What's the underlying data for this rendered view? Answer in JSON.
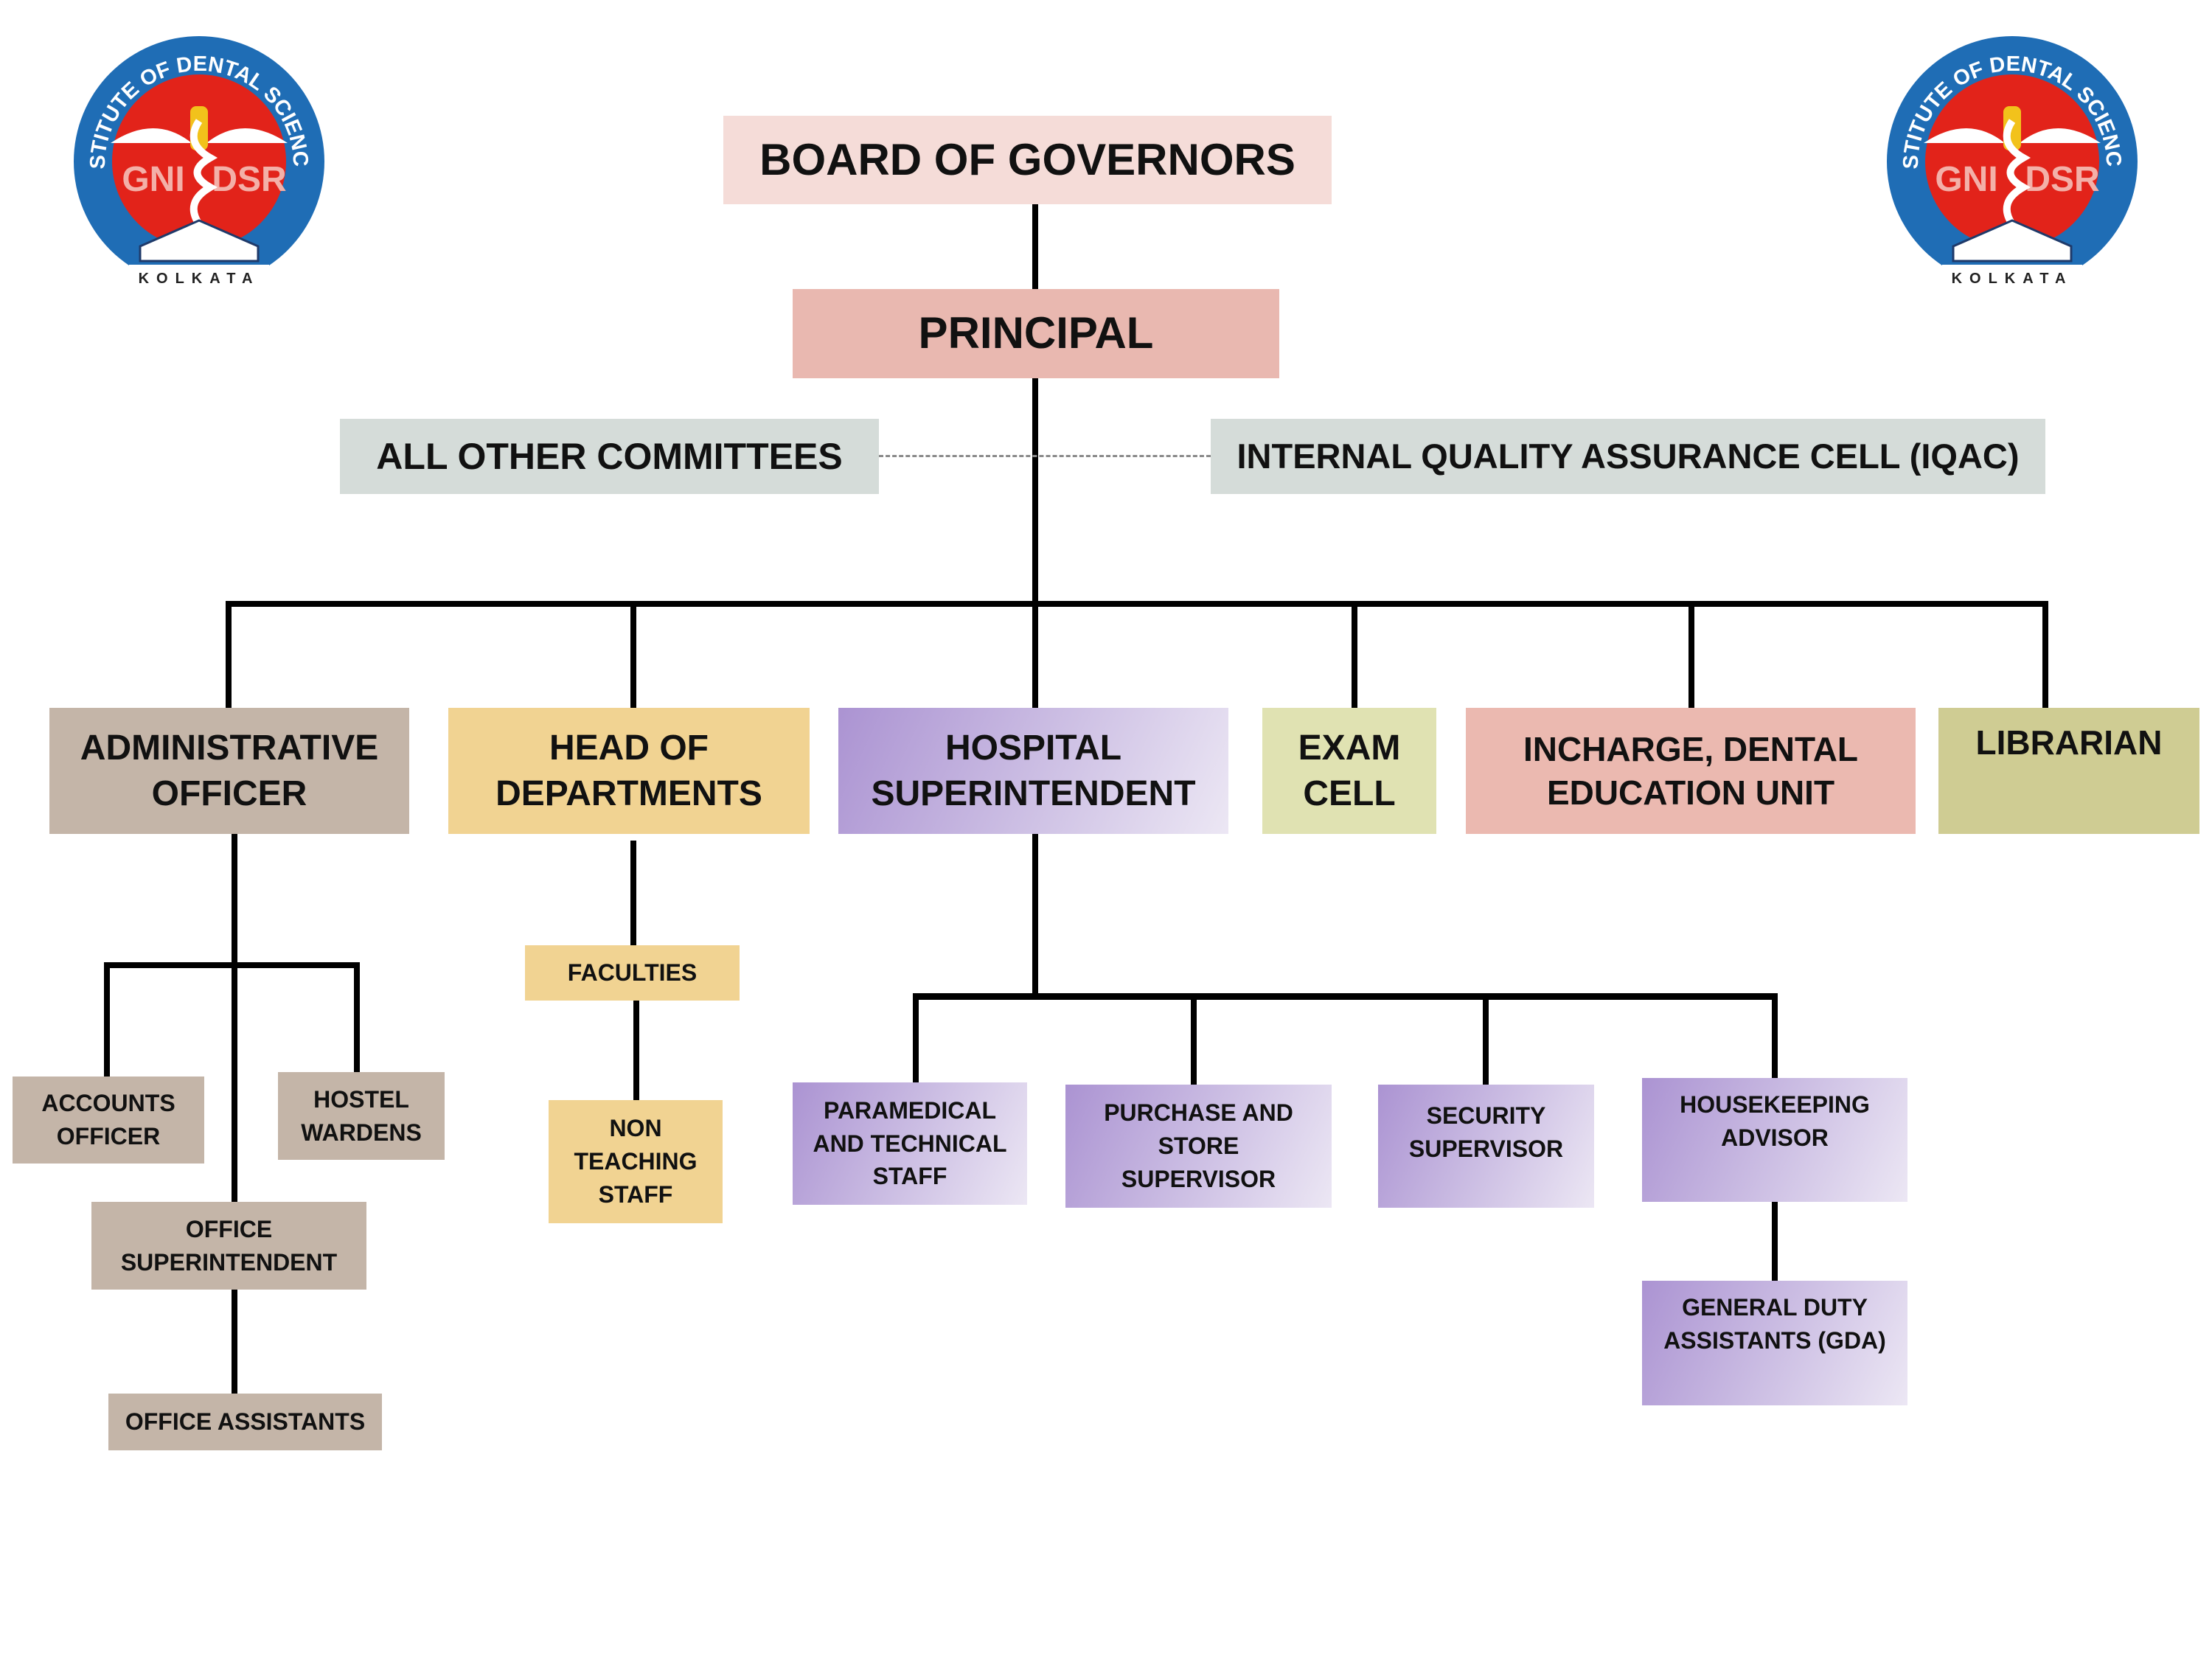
{
  "logo": {
    "ring_text": "GURU NANAK INSTITUTE OF DENTAL SCIENCES & RESEARCH",
    "center_text_left": "GNI",
    "center_text_right": "DSR",
    "city": "KOLKATA",
    "colors": {
      "ring": "#1f6db5",
      "center": "#e2231a"
    }
  },
  "top": {
    "board": "BOARD OF GOVERNORS",
    "principal": "PRINCIPAL",
    "committees": "ALL OTHER COMMITTEES",
    "iqac": "INTERNAL QUALITY ASSURANCE CELL (IQAC)"
  },
  "level2": {
    "admin": "ADMINISTRATIVE\nOFFICER",
    "hod": "HEAD OF\nDEPARTMENTS",
    "hospital": "HOSPITAL\nSUPERINTENDENT",
    "exam": "EXAM\nCELL",
    "incharge": "INCHARGE, DENTAL\nEDUCATION UNIT",
    "librarian": "LIBRARIAN"
  },
  "admin_sub": {
    "accounts": "ACCOUNTS\nOFFICER",
    "hostel": "HOSTEL\nWARDENS",
    "office_super": "OFFICE\nSUPERINTENDENT",
    "office_assist": "OFFICE ASSISTANTS"
  },
  "hod_sub": {
    "faculties": "FACULTIES",
    "non_teaching": "NON\nTEACHING\nSTAFF"
  },
  "hospital_sub": {
    "paramedical": "PARAMEDICAL\nAND TECHNICAL\nSTAFF",
    "purchase": "PURCHASE AND\nSTORE\nSUPERVISOR",
    "security": "SECURITY\nSUPERVISOR",
    "housekeeping": "HOUSEKEEPING\nADVISOR",
    "gda": "GENERAL DUTY\nASSISTANTS (GDA)"
  },
  "colors": {
    "board": "#f5dcd8",
    "principal": "#e9b8b0",
    "committees": "#d5dcd9",
    "admin": "#c4b5a8",
    "hod": "#f1d392",
    "exam": "#e0e2b2",
    "incharge": "#ebb9b0",
    "librarian": "#cfcc93",
    "hospital": "#ab93d2"
  }
}
